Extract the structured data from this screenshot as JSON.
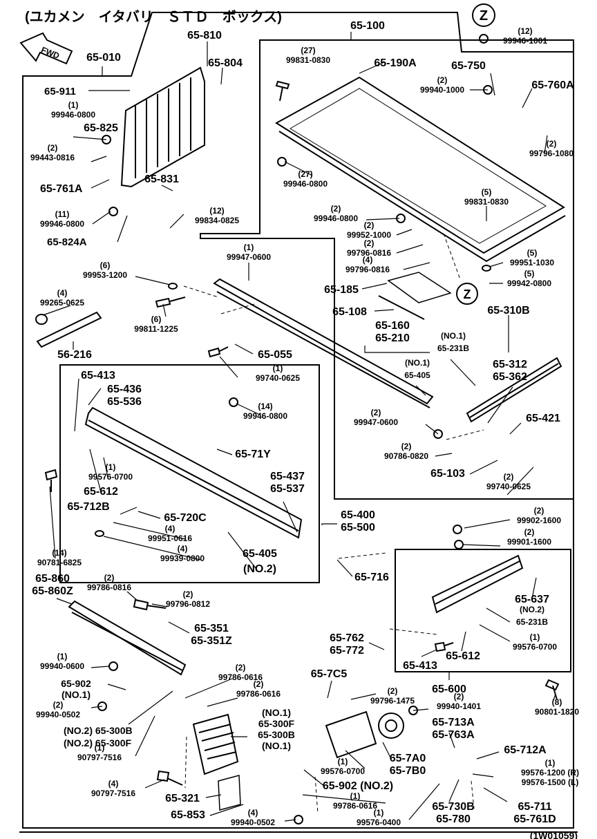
{
  "header": {
    "title": "(ユカメン　イタバリ　ＳＴＤ　ボックス)",
    "fwd": "FWD",
    "z_marker": "Z",
    "footer_code": "(1W01059)"
  },
  "callouts": {
    "c1": [
      "65-010"
    ],
    "c2": [
      "65-810"
    ],
    "c3": [
      "65-804"
    ],
    "c4": [
      "65-911"
    ],
    "c5": [
      "(1)",
      "99946-0800"
    ],
    "c6": [
      "65-825"
    ],
    "c7": [
      "(2)",
      "99443-0816"
    ],
    "c8": [
      "65-761A"
    ],
    "c9": [
      "65-831"
    ],
    "c10": [
      "(11)",
      "99946-0800"
    ],
    "c11": [
      "(12)",
      "99834-0825"
    ],
    "c12": [
      "65-824A"
    ],
    "c13": [
      "65-100"
    ],
    "c14": [
      "(12)",
      "99946-1001"
    ],
    "c15": [
      "(27)",
      "99831-0830"
    ],
    "c16": [
      "65-190A"
    ],
    "c17": [
      "65-750"
    ],
    "c18": [
      "(2)",
      "99940-1000"
    ],
    "c19": [
      "65-760A"
    ],
    "c20": [
      "(2)",
      "99796-1080"
    ],
    "c21": [
      "(27)",
      "99946-0800"
    ],
    "c22": [
      "(5)",
      "99831-0830"
    ],
    "c23": [
      "(2)",
      "99946-0800"
    ],
    "c24": [
      "(2)",
      "99952-1000"
    ],
    "c25": [
      "(2)",
      "99796-0816"
    ],
    "c26": [
      "(4)",
      "99796-0816"
    ],
    "c27": [
      "(5)",
      "99951-1030"
    ],
    "c28": [
      "(5)",
      "99942-0800"
    ],
    "c29": [
      "(1)",
      "99947-0600"
    ],
    "c30": [
      "(6)",
      "99953-1200"
    ],
    "c31": [
      "65-185"
    ],
    "c32": [
      "65-108"
    ],
    "c33": [
      "(4)",
      "99265-0625"
    ],
    "c34": [
      "(6)",
      "99811-1225"
    ],
    "c35": [
      "65-160",
      "65-210"
    ],
    "c36": [
      "65-310B"
    ],
    "c37": [
      "(NO.1)",
      "65-231B"
    ],
    "c38": [
      "56-216"
    ],
    "c39": [
      "65-055"
    ],
    "c40": [
      "(1)",
      "99740-0625"
    ],
    "c41": [
      "(NO.1)",
      "65-405"
    ],
    "c42": [
      "65-312",
      "65-362"
    ],
    "c43": [
      "65-413"
    ],
    "c44": [
      "65-436",
      "65-536"
    ],
    "c45": [
      "(14)",
      "99946-0800"
    ],
    "c46": [
      "(2)",
      "99947-0600"
    ],
    "c47": [
      "65-421"
    ],
    "c48": [
      "65-71Y"
    ],
    "c49": [
      "(2)",
      "90786-0820"
    ],
    "c50": [
      "65-103"
    ],
    "c51": [
      "(1)",
      "99576-0700"
    ],
    "c52": [
      "65-612"
    ],
    "c53": [
      "(2)",
      "99740-0625"
    ],
    "c54": [
      "65-437",
      "65-537"
    ],
    "c55": [
      "65-712B"
    ],
    "c56": [
      "65-720C"
    ],
    "c57": [
      "65-400",
      "65-500"
    ],
    "c58": [
      "(4)",
      "99951-0616"
    ],
    "c59": [
      "(2)",
      "99902-1600"
    ],
    "c60": [
      "(2)",
      "99901-1600"
    ],
    "c61": [
      "(4)",
      "99939-0800"
    ],
    "c62": [
      "65-405",
      "(NO.2)"
    ],
    "c63": [
      "(14)",
      "90781-6825"
    ],
    "c64": [
      "65-716"
    ],
    "c65": [
      "65-860",
      "65-860Z"
    ],
    "c66": [
      "(2)",
      "99786-0816"
    ],
    "c67": [
      "(2)",
      "99796-0812"
    ],
    "c68": [
      "65-637"
    ],
    "c69": [
      "(NO.2)",
      "65-231B"
    ],
    "c70": [
      "65-351",
      "65-351Z"
    ],
    "c71": [
      "65-762",
      "65-772"
    ],
    "c72": [
      "(1)",
      "99576-0700"
    ],
    "c73": [
      "65-413"
    ],
    "c74": [
      "65-612"
    ],
    "c75": [
      "(1)",
      "99940-0600"
    ],
    "c76": [
      "(2)",
      "99786-0616"
    ],
    "c77": [
      "65-600"
    ],
    "c78": [
      "65-902",
      "(NO.1)"
    ],
    "c79": [
      "(2)",
      "99786-0616"
    ],
    "c80": [
      "65-7C5"
    ],
    "c81": [
      "(2)",
      "99796-1475"
    ],
    "c82": [
      "(8)",
      "90801-1820"
    ],
    "c83": [
      "(2)",
      "99940-0502"
    ],
    "c84": [
      "(2)",
      "99940-1401"
    ],
    "c85": [
      "(NO.1)",
      "65-300F",
      "65-300B",
      "(NO.1)"
    ],
    "c86": [
      "65-713A",
      "65-763A"
    ],
    "c87": [
      "(NO.2) 65-300B",
      "(NO.2) 65-300F"
    ],
    "c88": [
      "(1)",
      "90797-7516"
    ],
    "c89": [
      "65-712A"
    ],
    "c90": [
      "(1)",
      "99576-0700"
    ],
    "c91": [
      "65-7A0",
      "65-7B0"
    ],
    "c92": [
      "(1)",
      "99576-1200 (R)",
      "99576-1500 (L)"
    ],
    "c93": [
      "65-902 (NO.2)"
    ],
    "c94": [
      "(4)",
      "90797-7516"
    ],
    "c95": [
      "65-321"
    ],
    "c96": [
      "(1)",
      "99786-0616"
    ],
    "c97": [
      "65-730B",
      "65-780"
    ],
    "c98": [
      "65-711",
      "65-761D"
    ],
    "c99": [
      "65-853"
    ],
    "c100": [
      "(4)",
      "99940-0502"
    ],
    "c101": [
      "(1)",
      "99576-0400"
    ]
  }
}
